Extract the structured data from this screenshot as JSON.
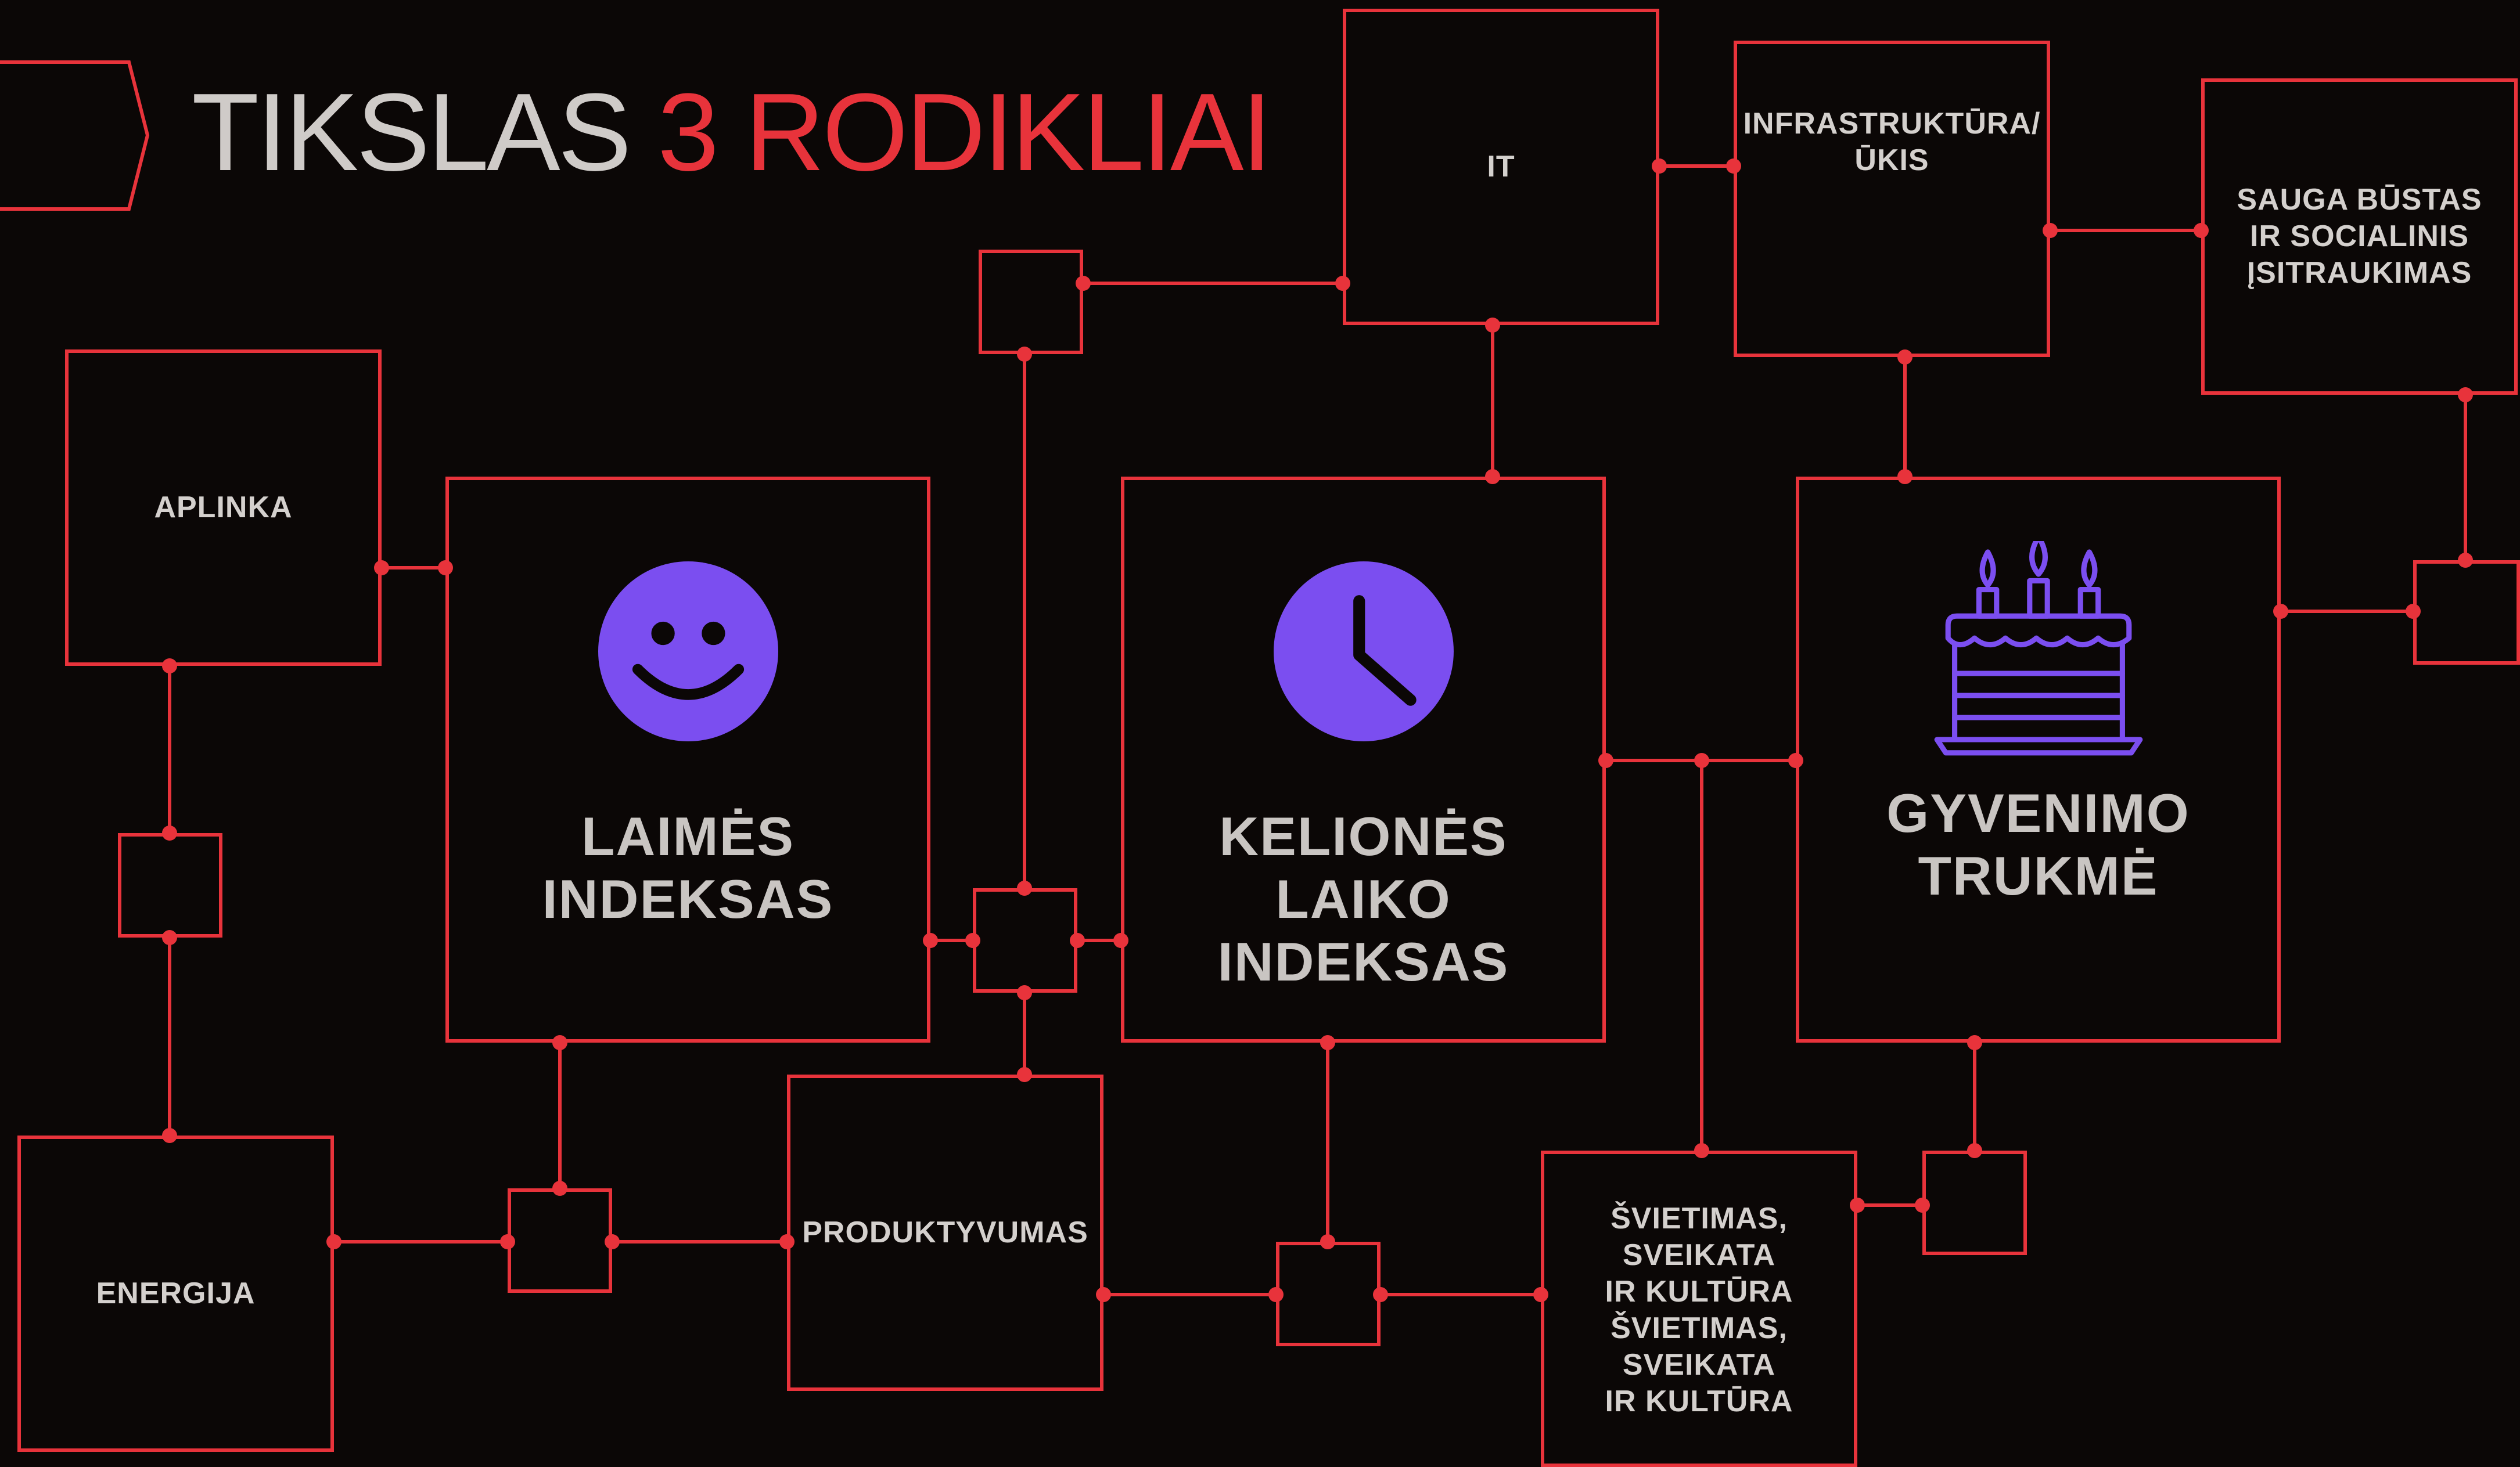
{
  "title": {
    "part1": "TIKSLAS",
    "part2": "3 RODIKLIAI"
  },
  "colors": {
    "background": "#0b0706",
    "line": "#e8333b",
    "accent": "#7b4ef0",
    "title_main": "#cfcbc8",
    "text": "#d4d0cd"
  },
  "main_indicators": [
    {
      "label": "LAIMĖS\nINDEKSAS",
      "icon": "smiley-icon"
    },
    {
      "label": "KELIONĖS\nLAIKO\nINDEKSAS",
      "icon": "clock-icon"
    },
    {
      "label": "GYVENIMO\nTRUKMĖ",
      "icon": "birthday-cake-icon"
    }
  ],
  "areas": {
    "it": "IT",
    "infrastructure": "INFRASTRUKTŪRA/\nŪKIS",
    "security": "SAUGA BŪSTAS\nIR SOCIALINIS\nĮSITRAUKIMAS",
    "environment": "APLINKA",
    "energy": "ENERGIJA",
    "productivity": "PRODUKTYVUMAS",
    "education": "ŠVIETIMAS,\nSVEIKATA\nIR KULTŪRA\nŠVIETIMAS,\nSVEIKATA\nIR KULTŪRA"
  }
}
